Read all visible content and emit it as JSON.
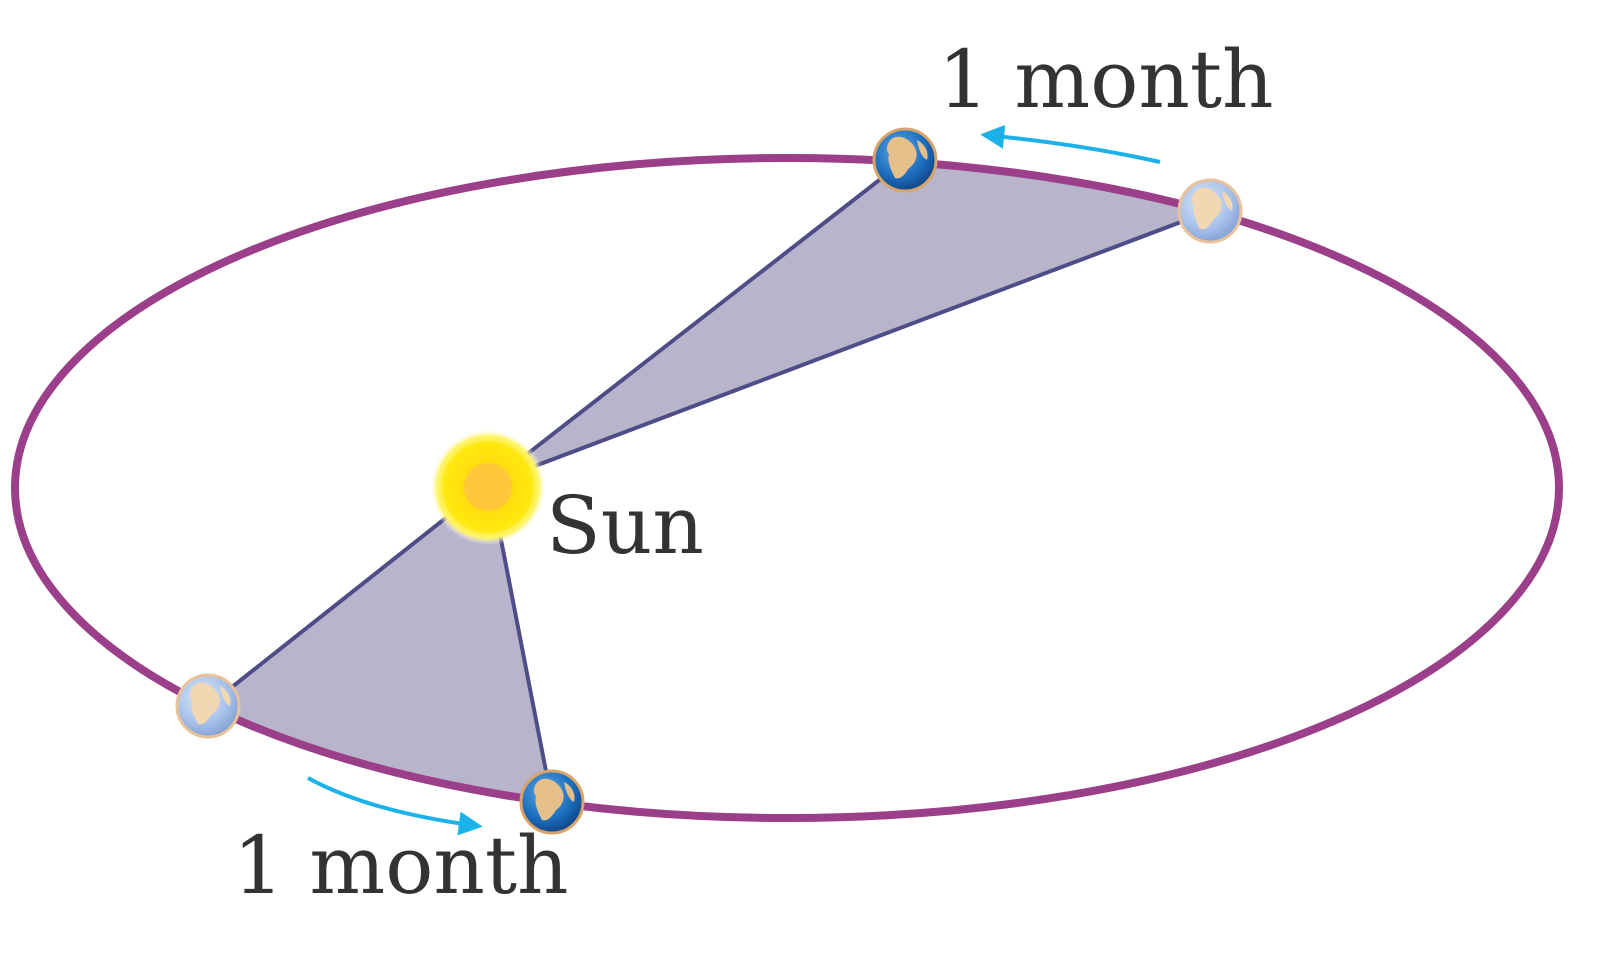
{
  "labels": {
    "sun": "Sun",
    "month_top": "1 month",
    "month_bottom": "1 month"
  },
  "colors": {
    "orbit": "#9b3f8a",
    "sector_fill": "#b8b4cc",
    "sector_line": "#4f4d88",
    "arrow": "#1ab2e8",
    "sun_core": "#ffe100",
    "text": "#333333"
  },
  "icons": {
    "sun": "sun-icon",
    "earth": "earth-icon",
    "arrow": "arrow-icon"
  }
}
